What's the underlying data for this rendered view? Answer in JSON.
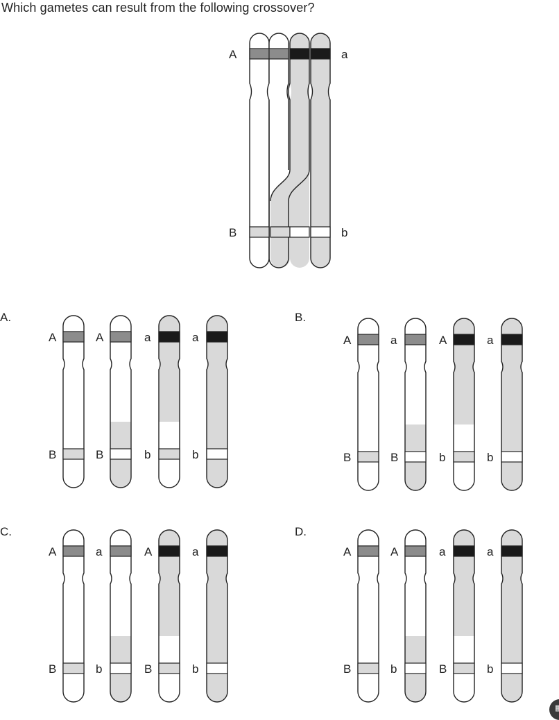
{
  "question": "Which gametes can result from the following crossover?",
  "colors": {
    "white": "#ffffff",
    "light_gray": "#d9d9d9",
    "mid_gray": "#8c8c8c",
    "black": "#1a1a1a",
    "outline": "#222222"
  },
  "crossover": {
    "top_left_label": "A",
    "top_right_label": "a",
    "bottom_left_label": "B",
    "bottom_right_label": "b"
  },
  "options": [
    {
      "letter": "A.",
      "chromosomes": [
        {
          "top": "A",
          "bottom": "B",
          "fill": "white",
          "top_band": "mid_gray",
          "bottom_band": "light_gray",
          "switch": "none"
        },
        {
          "top": "A",
          "bottom": "B",
          "fill": "white",
          "top_band": "mid_gray",
          "bottom_band": "white",
          "switch": "to_gray"
        },
        {
          "top": "a",
          "bottom": "b",
          "fill": "gray",
          "top_band": "black",
          "bottom_band": "light_gray",
          "switch": "to_white"
        },
        {
          "top": "a",
          "bottom": "b",
          "fill": "gray",
          "top_band": "black",
          "bottom_band": "white",
          "switch": "none"
        }
      ]
    },
    {
      "letter": "B.",
      "chromosomes": [
        {
          "top": "A",
          "bottom": "B",
          "fill": "white",
          "top_band": "mid_gray",
          "bottom_band": "light_gray",
          "switch": "none"
        },
        {
          "top": "a",
          "bottom": "B",
          "fill": "white",
          "top_band": "mid_gray",
          "bottom_band": "white",
          "switch": "to_gray"
        },
        {
          "top": "A",
          "bottom": "b",
          "fill": "gray",
          "top_band": "black",
          "bottom_band": "light_gray",
          "switch": "to_white"
        },
        {
          "top": "a",
          "bottom": "b",
          "fill": "gray",
          "top_band": "black",
          "bottom_band": "white",
          "switch": "none"
        }
      ]
    },
    {
      "letter": "C.",
      "chromosomes": [
        {
          "top": "A",
          "bottom": "B",
          "fill": "white",
          "top_band": "mid_gray",
          "bottom_band": "light_gray",
          "switch": "none"
        },
        {
          "top": "a",
          "bottom": "b",
          "fill": "white",
          "top_band": "mid_gray",
          "bottom_band": "white",
          "switch": "to_gray"
        },
        {
          "top": "A",
          "bottom": "B",
          "fill": "gray",
          "top_band": "black",
          "bottom_band": "light_gray",
          "switch": "to_white"
        },
        {
          "top": "a",
          "bottom": "b",
          "fill": "gray",
          "top_band": "black",
          "bottom_band": "white",
          "switch": "none"
        }
      ]
    },
    {
      "letter": "D.",
      "chromosomes": [
        {
          "top": "A",
          "bottom": "B",
          "fill": "white",
          "top_band": "mid_gray",
          "bottom_band": "light_gray",
          "switch": "none"
        },
        {
          "top": "A",
          "bottom": "b",
          "fill": "white",
          "top_band": "mid_gray",
          "bottom_band": "white",
          "switch": "to_gray"
        },
        {
          "top": "a",
          "bottom": "B",
          "fill": "gray",
          "top_band": "black",
          "bottom_band": "light_gray",
          "switch": "to_white"
        },
        {
          "top": "a",
          "bottom": "b",
          "fill": "gray",
          "top_band": "black",
          "bottom_band": "white",
          "switch": "none"
        }
      ]
    }
  ],
  "corner_button_icon": "page-icon"
}
